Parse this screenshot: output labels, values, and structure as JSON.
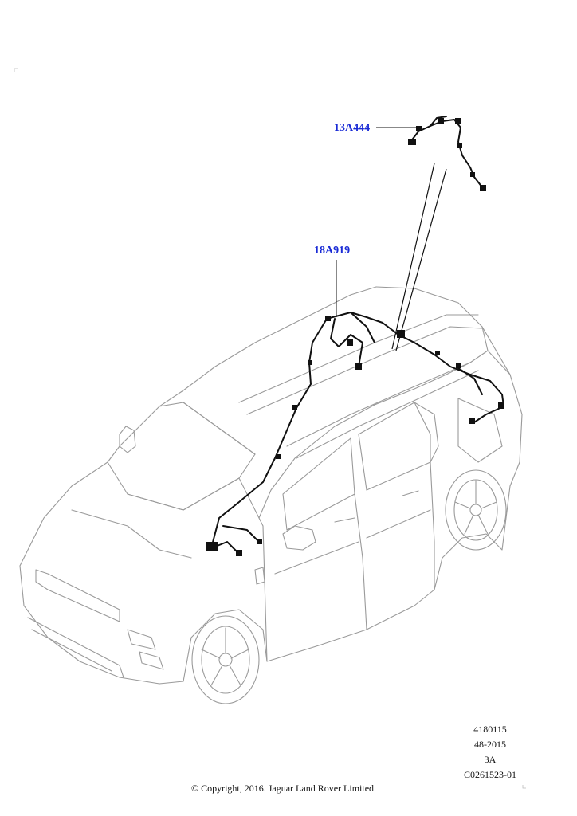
{
  "parts": [
    {
      "id": "13A444",
      "label": "13A444"
    },
    {
      "id": "18A919",
      "label": "18A919"
    }
  ],
  "drawing_info": {
    "number": "4180115",
    "date_code": "48-2015",
    "revision": "3A",
    "illustration_code": "C0261523-01"
  },
  "copyright": "© Copyright, 2016. Jaguar Land Rover Limited.",
  "colors": {
    "callout": "#1a2bd6",
    "outline": "#9a9a9a",
    "harness": "#111111"
  }
}
